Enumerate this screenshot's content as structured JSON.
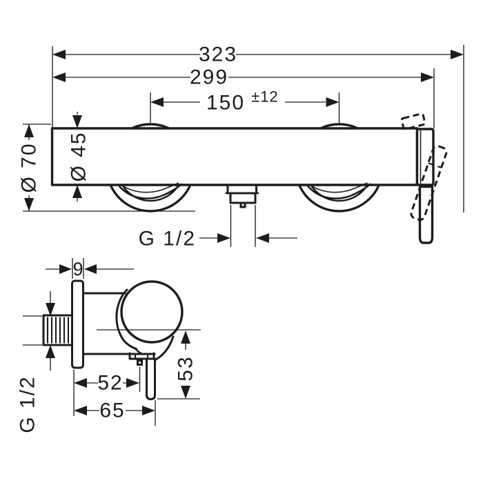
{
  "colors": {
    "ink": "#1c1c1c",
    "paper": "#ffffff"
  },
  "front_view": {
    "dims": {
      "overall_width": "323",
      "body_width": "299",
      "connection_spacing": "150",
      "connection_tolerance": "±12",
      "escutcheon_diameter": "Ø 70",
      "body_diameter": "Ø 45",
      "outlet_thread": "G 1/2"
    }
  },
  "side_view": {
    "dims": {
      "escutcheon_depth": "9",
      "wall_to_outlet": "52",
      "wall_to_handle_end": "65",
      "axis_to_handle_end": "53",
      "inlet_thread": "G 1/2"
    }
  }
}
